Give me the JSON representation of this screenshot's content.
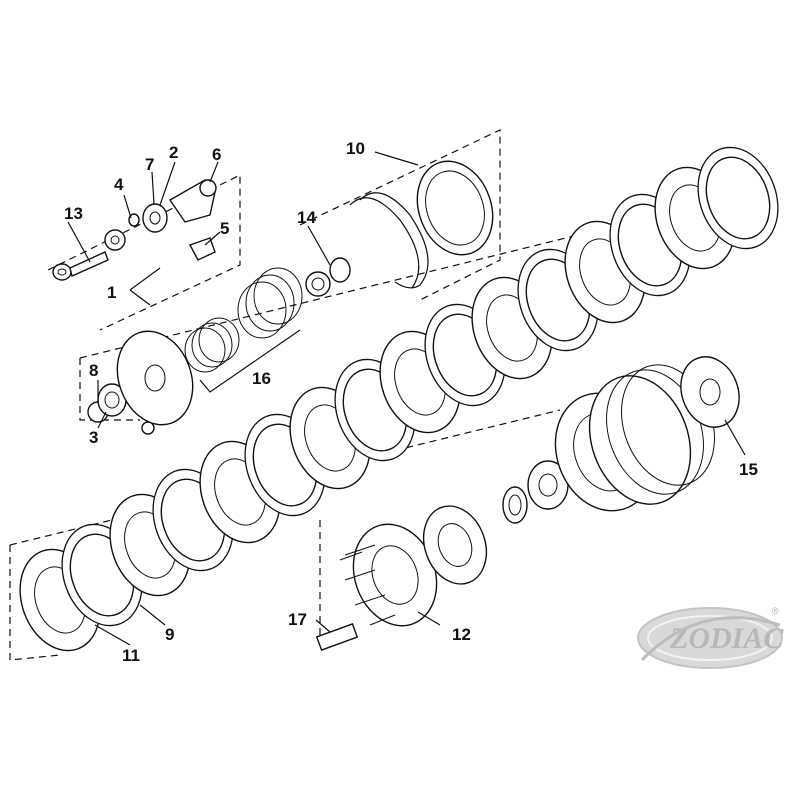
{
  "diagram": {
    "callouts": [
      "1",
      "2",
      "3",
      "4",
      "5",
      "6",
      "7",
      "8",
      "9",
      "10",
      "11",
      "12",
      "13",
      "14",
      "15",
      "16",
      "17"
    ],
    "logo": "ZODIAC",
    "logo_mark": "®"
  }
}
